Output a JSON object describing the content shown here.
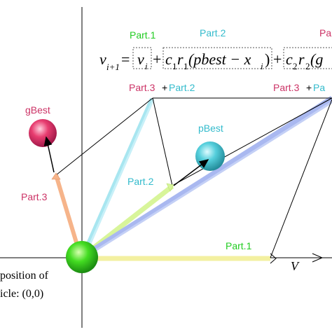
{
  "labels": {
    "part1_top": "Part.1",
    "part2_top": "Part.2",
    "part3_top": "Pa",
    "part1_axis": "Part.1",
    "part2_mid": "Part.2",
    "part3_left": "Part.3",
    "combo1_a": "Part.3",
    "combo1_plus": "+",
    "combo1_b": "Part.2",
    "combo2_a": "Part.3",
    "combo2_plus": "+",
    "combo2_b": "Pa",
    "gbest": "gBest",
    "pbest": "pBest",
    "v_axis": "V",
    "position_line1": "position of",
    "position_line2": "icle:  (0,0)"
  },
  "equation": {
    "v": "v",
    "sub_lhs": "i+1",
    "equals": "=",
    "v_i": "v",
    "sub_vi": "i",
    "plus1": "+",
    "c1": "c",
    "sub_c1": "1",
    "r1": "r",
    "sub_r1": "1",
    "term2_body": "(pbest − x",
    "sub_x": "i",
    "close_paren": ")",
    "plus2": "+",
    "c2": "c",
    "sub_c2": "2",
    "r2": "r",
    "sub_r2": "2",
    "term3_body": "(g"
  },
  "colors": {
    "part1": "#22cc22",
    "part2": "#33bbcc",
    "part3": "#cc3366",
    "gbest_ball": "#e23d6e",
    "pbest_ball": "#4cc9d4",
    "particle_ball": "#33cc22",
    "yellow_bar": "#f3f0a0",
    "orange_bar": "#f6b48a",
    "cyan_bar": "#a8e6f0",
    "blue_bar": "#a9b8f0",
    "green_bar": "#d8f59a"
  }
}
